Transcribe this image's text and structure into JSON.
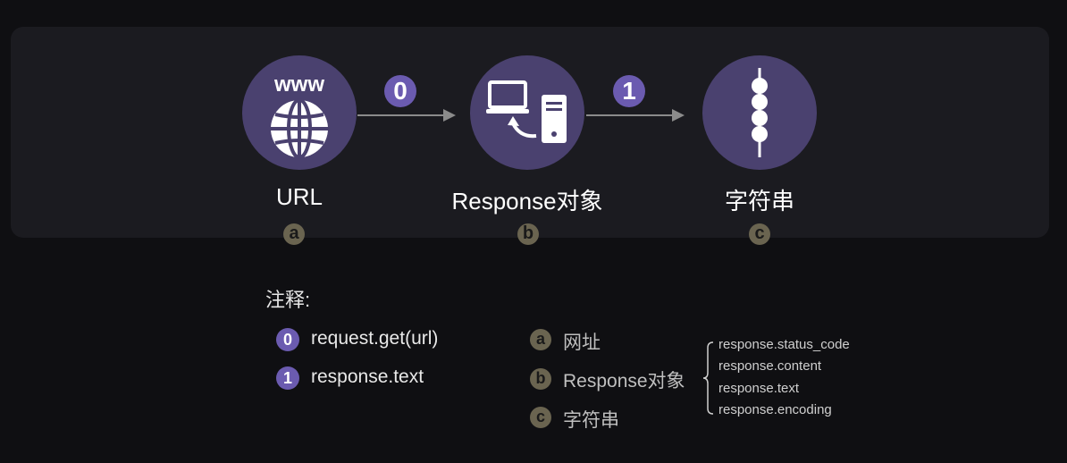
{
  "diagram": {
    "nodes": [
      {
        "label": "URL",
        "tag": "a",
        "icon": "globe-www-icon",
        "icon_text": "www"
      },
      {
        "label": "Response对象",
        "tag": "b",
        "icon": "computer-server-icon"
      },
      {
        "label": "字符串",
        "tag": "c",
        "icon": "string-beads-icon"
      }
    ],
    "steps": [
      "0",
      "1"
    ]
  },
  "notes": {
    "title": "注释:",
    "steps": [
      {
        "num": "0",
        "text": "request.get(url)"
      },
      {
        "num": "1",
        "text": "response.text"
      }
    ],
    "tags": [
      {
        "tag": "a",
        "text": "网址"
      },
      {
        "tag": "b",
        "text": "Response对象"
      },
      {
        "tag": "c",
        "text": "字符串"
      }
    ],
    "attributes": [
      "response.status_code",
      "response.content",
      "response.text",
      "response.encoding"
    ]
  },
  "colors": {
    "node": "#4a416f",
    "step_badge": "#6b5bb0",
    "tag_badge": "#6a6450",
    "arrow": "#8b8b8b"
  }
}
